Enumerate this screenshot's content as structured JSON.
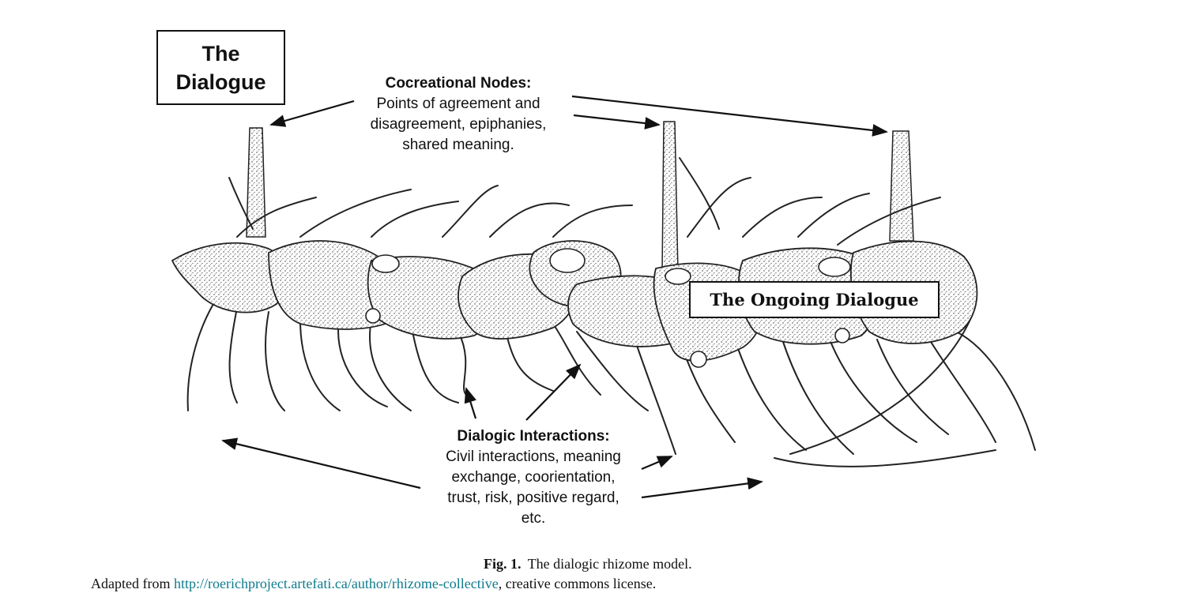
{
  "diagram": {
    "title_box": {
      "line1": "The",
      "line2": "Dialogue"
    },
    "ongoing_label": "The Ongoing Dialogue",
    "nodes_callout": {
      "heading": "Cocreational Nodes:",
      "lines": [
        "Points of agreement and",
        "disagreement, epiphanies,",
        "shared meaning."
      ]
    },
    "interactions_callout": {
      "heading": "Dialogic Interactions:",
      "lines": [
        "Civil interactions, meaning",
        "exchange, coorientation,",
        "trust, risk, positive regard,",
        "etc."
      ]
    }
  },
  "caption": {
    "figure_label": "Fig. 1.",
    "figure_title": "The dialogic rhizome model.",
    "credit_prefix": "Adapted from",
    "credit_link": "http://roerichproject.artefati.ca/author/rhizome-collective",
    "credit_suffix": ", creative commons license."
  },
  "colors": {
    "link": "#0e7b8c",
    "ink": "#111111"
  }
}
